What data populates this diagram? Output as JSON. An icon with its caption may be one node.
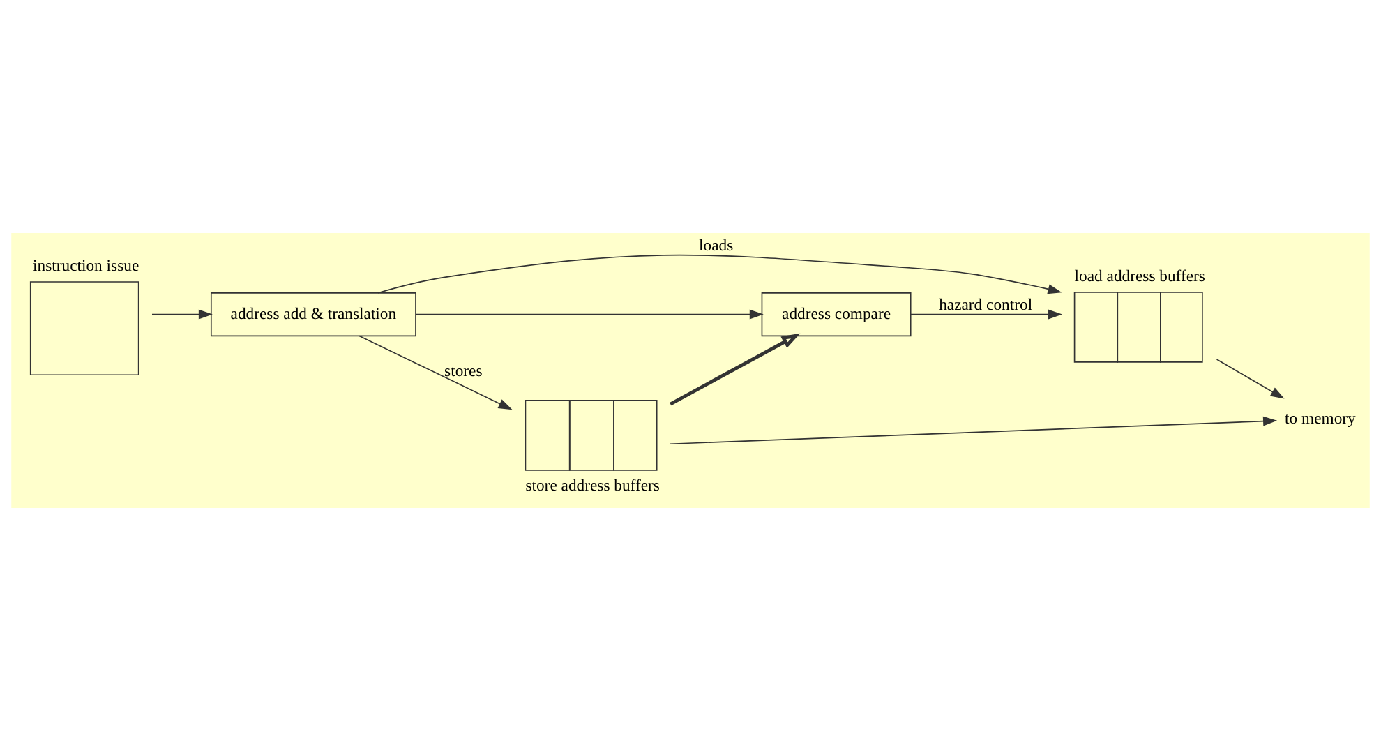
{
  "diagram": {
    "nodes": [
      {
        "text": [
          "instruction issue"
        ]
      },
      {
        "text": [
          "address add & translation"
        ]
      },
      {
        "text": [
          "address compare"
        ]
      },
      {
        "text": [
          "load address buffers"
        ]
      },
      {
        "text": [
          "store address buffers"
        ]
      },
      {
        "text": [
          "to memory"
        ]
      }
    ],
    "edges": [
      {
        "from": 0,
        "to": 1,
        "arrow": "to"
      },
      {
        "from": 1,
        "to": 3,
        "arrow": "to",
        "label": "loads"
      },
      {
        "from": 1,
        "to": 2,
        "arrow": "to"
      },
      {
        "from": 1,
        "to": 4,
        "arrow": "to",
        "label": "stores"
      },
      {
        "from": 4,
        "to": 2,
        "arrow": "to",
        "style": "thick"
      },
      {
        "from": 2,
        "to": 3,
        "arrow": "to",
        "label": "hazard control"
      },
      {
        "from": 3,
        "to": 5,
        "arrow": "to"
      },
      {
        "from": 4,
        "to": 5,
        "arrow": "to"
      }
    ]
  }
}
